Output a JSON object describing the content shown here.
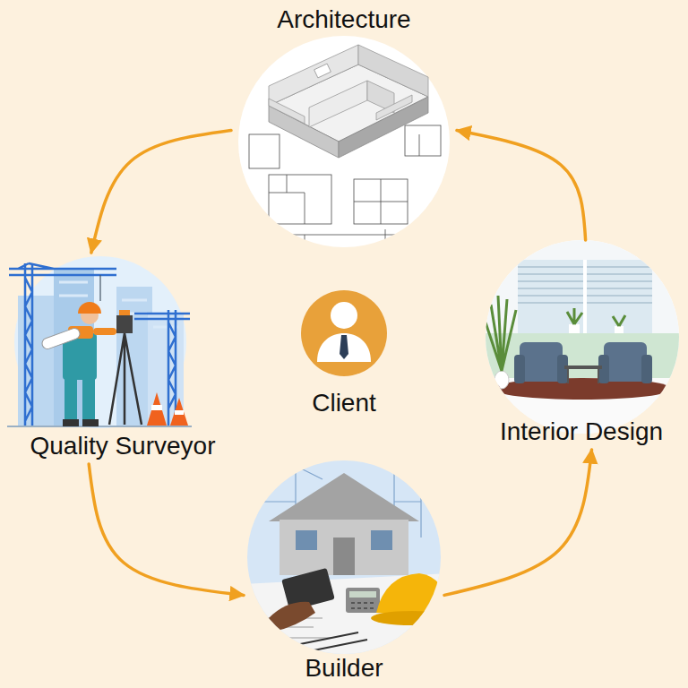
{
  "diagram": {
    "nodes": [
      {
        "text": [
          "Architecture"
        ]
      },
      {
        "text": [
          "Quality Surveyor"
        ]
      },
      {
        "text": [
          "Client"
        ]
      },
      {
        "text": [
          "Interior Design"
        ]
      },
      {
        "text": [
          "Builder"
        ]
      }
    ],
    "edges": [
      {
        "from": 0,
        "to": 1,
        "arrow": "to"
      },
      {
        "from": 1,
        "to": 4,
        "arrow": "to"
      },
      {
        "from": 4,
        "to": 3,
        "arrow": "to"
      },
      {
        "from": 3,
        "to": 0,
        "arrow": "to"
      }
    ]
  }
}
